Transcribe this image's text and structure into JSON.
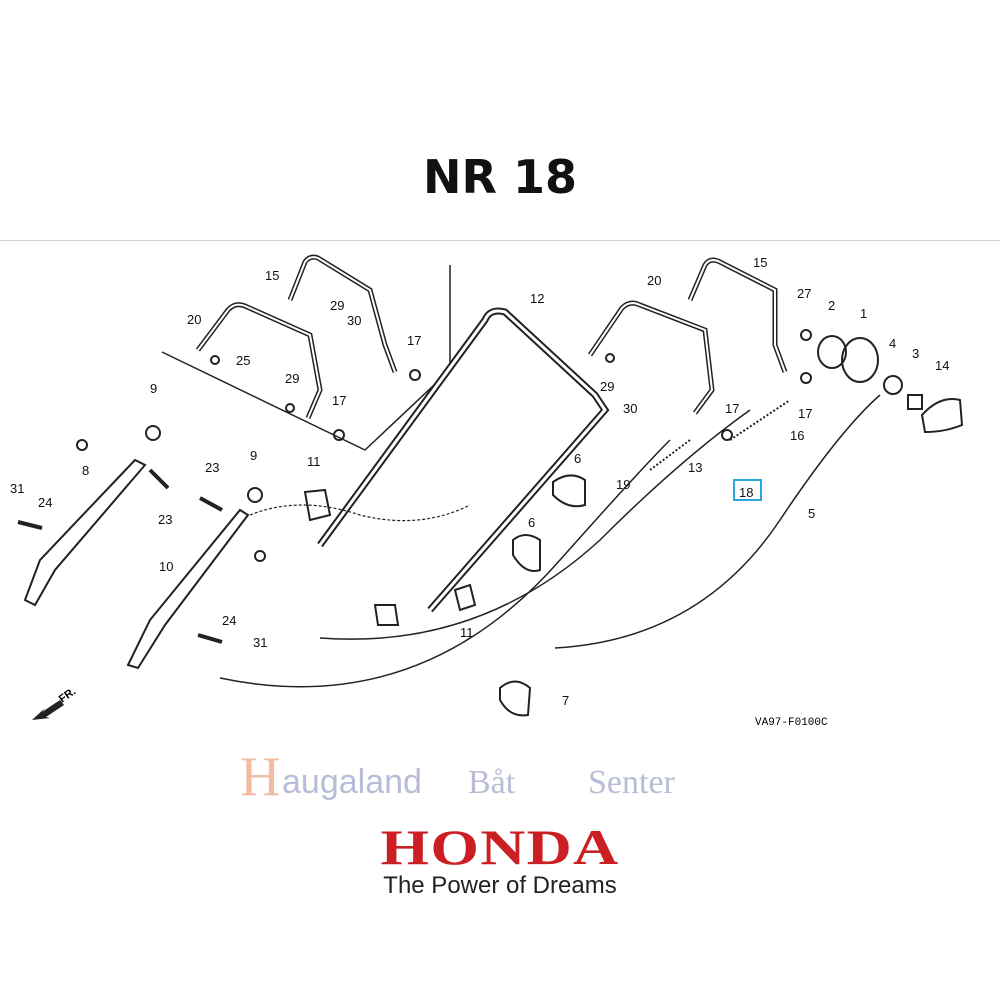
{
  "title": "NR 18",
  "diagram": {
    "callouts": [
      "15",
      "29",
      "30",
      "20",
      "25",
      "17",
      "29",
      "17",
      "9",
      "12",
      "20",
      "15",
      "27",
      "2",
      "1",
      "29",
      "30",
      "17",
      "17",
      "16",
      "4",
      "3",
      "14",
      "13",
      "6",
      "19",
      "18",
      "5",
      "23",
      "9",
      "11",
      "8",
      "31",
      "24",
      "23",
      "6",
      "10",
      "24",
      "11",
      "31",
      "7"
    ],
    "highlighted_callout": "18",
    "front_label": "FR.",
    "diagram_code": "VA97-F0100C",
    "highlight_color": "#29a8e0"
  },
  "watermark": {
    "text": "Haugaland Båt Senter"
  },
  "brand": {
    "logo": "HONDA",
    "tagline": "The Power of Dreams",
    "color": "#cc1f24"
  }
}
